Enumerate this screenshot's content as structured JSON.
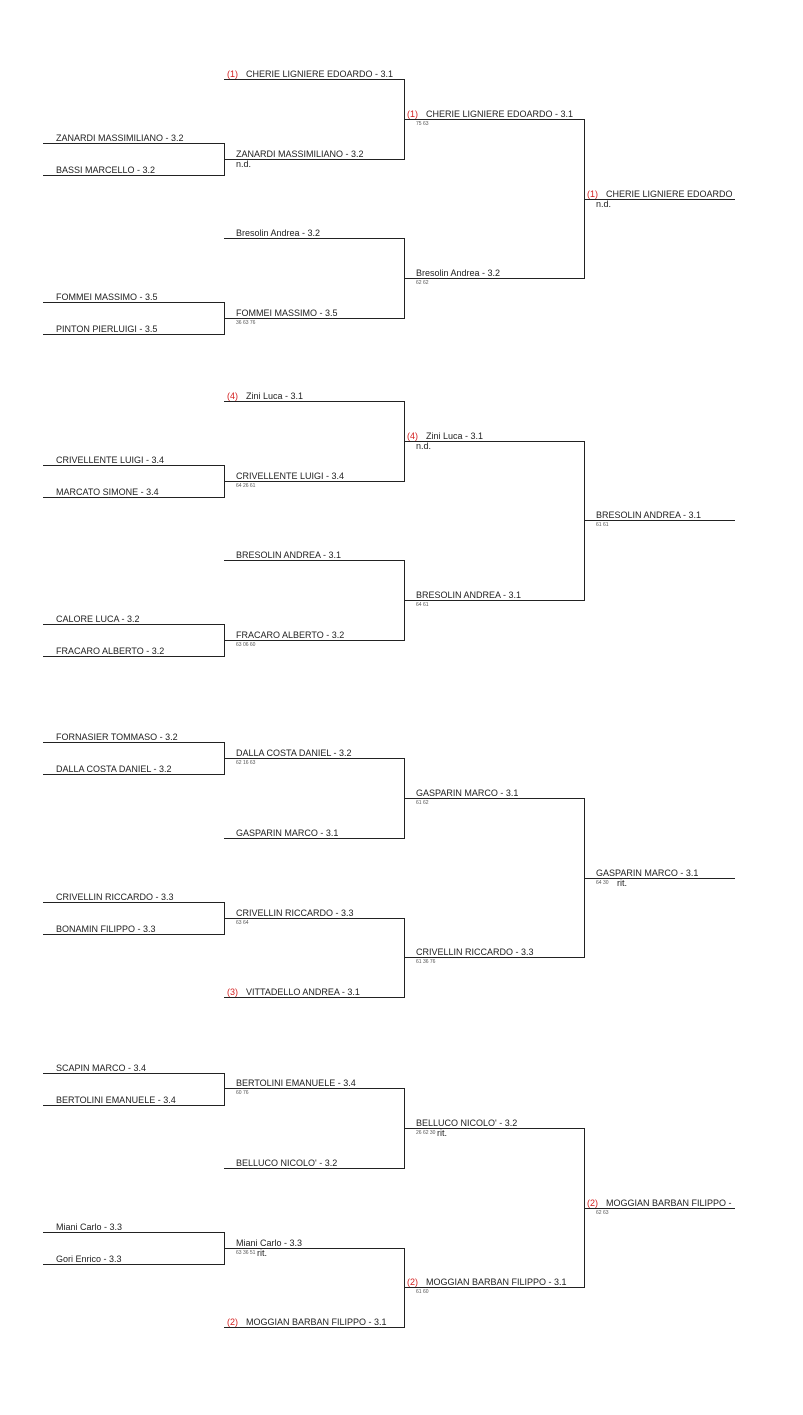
{
  "colors": {
    "line": "#222222",
    "seed": "#d42020",
    "text": "#222222",
    "score": "#555555"
  },
  "rounds": {
    "r1": [
      {
        "name": "ZANARDI MASSIMILIANO - 3.2"
      },
      {
        "name": "BASSI MARCELLO - 3.2"
      },
      {
        "name": "FOMMEI MASSIMO - 3.5"
      },
      {
        "name": "PINTON PIERLUIGI - 3.5"
      },
      {
        "name": "CRIVELLENTE LUIGI - 3.4"
      },
      {
        "name": "MARCATO SIMONE - 3.4"
      },
      {
        "name": "CALORE LUCA - 3.2"
      },
      {
        "name": "FRACARO ALBERTO - 3.2"
      },
      {
        "name": "FORNASIER TOMMASO - 3.2"
      },
      {
        "name": "DALLA COSTA DANIEL - 3.2"
      },
      {
        "name": "CRIVELLIN RICCARDO - 3.3"
      },
      {
        "name": "BONAMIN FILIPPO - 3.3"
      },
      {
        "name": "SCAPIN MARCO - 3.4"
      },
      {
        "name": "BERTOLINI EMANUELE - 3.4"
      },
      {
        "name": "Miani Carlo - 3.3"
      },
      {
        "name": "Gori Enrico - 3.3"
      }
    ],
    "r2": [
      {
        "seed": "(1)",
        "name": "CHERIE LIGNIERE EDOARDO - 3.1"
      },
      {
        "name": "ZANARDI MASSIMILIANO - 3.2",
        "note": "n.d."
      },
      {
        "name": "Bresolin Andrea - 3.2"
      },
      {
        "name": "FOMMEI MASSIMO - 3.5",
        "score": "36 63 76"
      },
      {
        "seed": "(4)",
        "name": "Zini Luca - 3.1"
      },
      {
        "name": "CRIVELLENTE LUIGI - 3.4",
        "score": "64 26 61"
      },
      {
        "name": "BRESOLIN ANDREA - 3.1"
      },
      {
        "name": "FRACARO ALBERTO - 3.2",
        "score": "63 06 60"
      },
      {
        "name": "DALLA COSTA DANIEL - 3.2",
        "score": "62 16 63"
      },
      {
        "name": "GASPARIN MARCO - 3.1"
      },
      {
        "name": "CRIVELLIN RICCARDO - 3.3",
        "score": "63 64"
      },
      {
        "seed": "(3)",
        "name": "VITTADELLO ANDREA - 3.1"
      },
      {
        "name": "BERTOLINI EMANUELE - 3.4",
        "score": "60 76"
      },
      {
        "name": "BELLUCO NICOLO' - 3.2"
      },
      {
        "name": "Miani Carlo - 3.3",
        "score": "63 36 51",
        "note": "rit."
      },
      {
        "seed": "(2)",
        "name": "MOGGIAN BARBAN FILIPPO - 3.1"
      }
    ],
    "r3": [
      {
        "seed": "(1)",
        "name": "CHERIE LIGNIERE EDOARDO - 3.1",
        "score": "75 63"
      },
      {
        "name": "Bresolin Andrea - 3.2",
        "score": "62 62"
      },
      {
        "seed": "(4)",
        "name": "Zini Luca - 3.1",
        "note": "n.d."
      },
      {
        "name": "BRESOLIN ANDREA - 3.1",
        "score": "64 61"
      },
      {
        "name": "GASPARIN MARCO - 3.1",
        "score": "61 62"
      },
      {
        "name": "CRIVELLIN RICCARDO - 3.3",
        "score": "61 36 76"
      },
      {
        "name": "BELLUCO NICOLO' - 3.2",
        "score": "26 62 30",
        "note": "rit."
      },
      {
        "seed": "(2)",
        "name": "MOGGIAN BARBAN FILIPPO - 3.1",
        "score": "61 60"
      }
    ],
    "r4": [
      {
        "seed": "(1)",
        "name": "CHERIE LIGNIERE EDOARDO",
        "note": "n.d."
      },
      {
        "name": "BRESOLIN ANDREA - 3.1",
        "score": "61 61"
      },
      {
        "name": "GASPARIN MARCO - 3.1",
        "score": "64 30",
        "note": "rit."
      },
      {
        "seed": "(2)",
        "name": "MOGGIAN BARBAN FILIPPO -",
        "score": "62 63"
      }
    ]
  }
}
